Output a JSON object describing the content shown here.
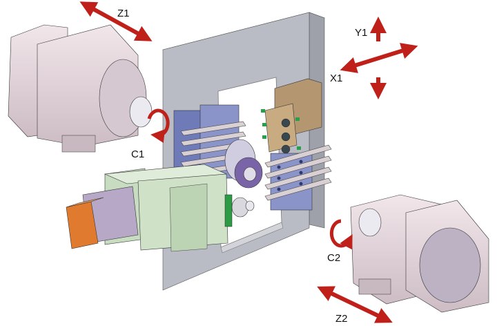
{
  "diagram": {
    "labels": {
      "z1": "Z1",
      "y1": "Y1",
      "x1": "X1",
      "c1": "C1",
      "c2": "C2",
      "z2": "Z2"
    },
    "colors": {
      "arrow": "#c0201a",
      "frame": "#b9bcc4",
      "motor": "#e7d8de",
      "tool_block": "#8a94c8",
      "turret": "#b49670",
      "gearbox": "#cfe2c8",
      "servo": "#e07a2e"
    }
  }
}
